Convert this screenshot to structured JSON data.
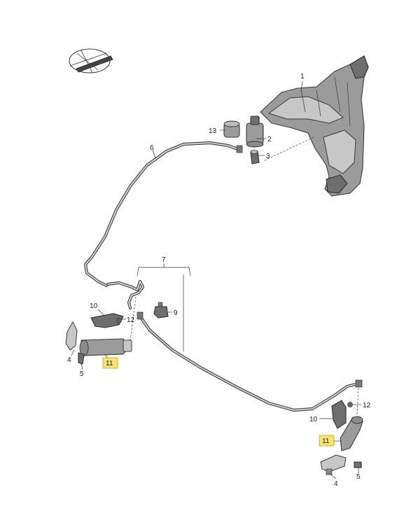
{
  "labels": {
    "p1": "1",
    "p2": "2",
    "p3": "3",
    "p4a": "4",
    "p4b": "4",
    "p5a": "5",
    "p5b": "5",
    "p6": "6",
    "p7": "7",
    "p9": "9",
    "p10a": "10",
    "p10b": "10",
    "p11a": "11",
    "p11b": "11",
    "p12a": "12",
    "p12b": "12",
    "p13": "13"
  },
  "icon": {
    "name": "vehicle-orientation-icon"
  },
  "colors": {
    "highlight": "#f7e27a",
    "part": "#9b9b9b"
  }
}
